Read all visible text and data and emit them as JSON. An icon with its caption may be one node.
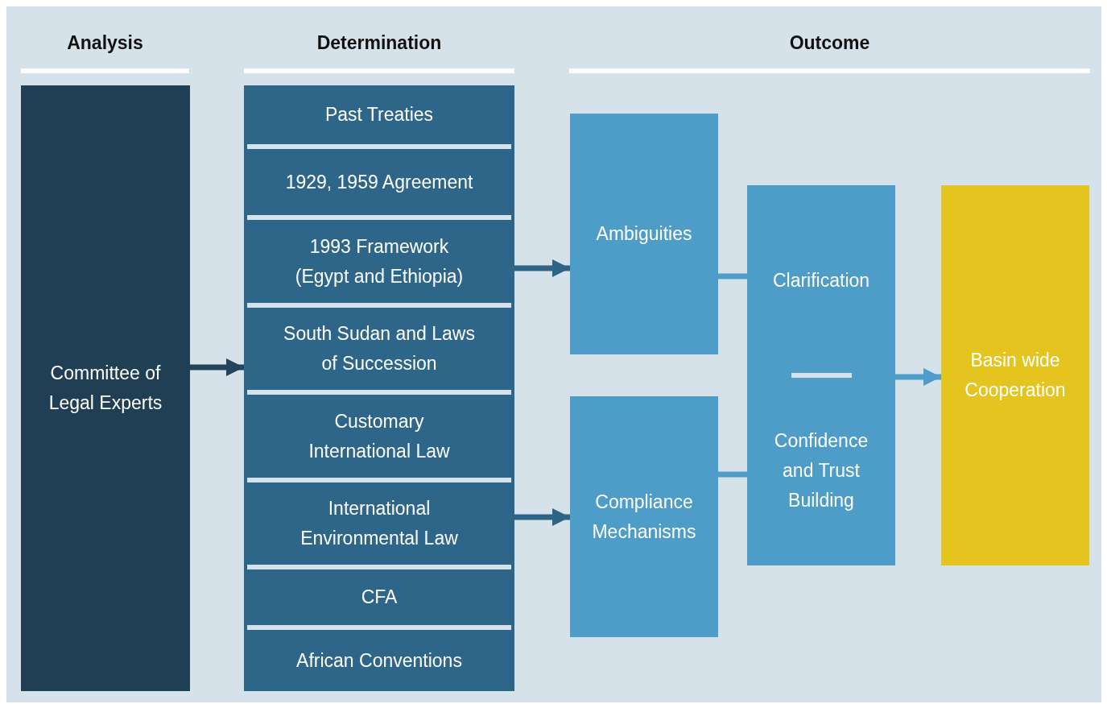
{
  "diagram": {
    "nodes": [
      {
        "text": [
          "Committee of Legal Experts"
        ]
      },
      {
        "text": [],
        "shape": "box"
      },
      {
        "text": [
          "Past Treaties"
        ],
        "in": 1
      },
      {
        "text": [
          "1929, 1959 Agreement"
        ],
        "in": 1
      },
      {
        "text": [
          "1993 Framework (Egypt and Ethiopia)"
        ],
        "in": 1
      },
      {
        "text": [
          "South Sudan and Laws of Succession"
        ],
        "in": 1
      },
      {
        "text": [
          "Customary International Law"
        ],
        "in": 1
      },
      {
        "text": [
          "International Environmental Law"
        ],
        "in": 1
      },
      {
        "text": [
          "CFA"
        ],
        "in": 1
      },
      {
        "text": [
          "African Conventions"
        ],
        "in": 1
      },
      {
        "text": [
          "Ambiguities"
        ]
      },
      {
        "text": [
          "Compliance Mechanisms"
        ]
      },
      {
        "text": [
          "Clarification",
          "Confidence and Trust Building"
        ]
      },
      {
        "text": [
          "Basin wide Cooperation"
        ]
      }
    ],
    "edges": [
      {
        "from": 0,
        "to": 1,
        "arrow": "to",
        "color": "#24445b"
      },
      {
        "from": 1,
        "to": 10,
        "arrow": "to"
      },
      {
        "from": 1,
        "to": 11,
        "arrow": "to"
      },
      {
        "from": 10,
        "to": 12,
        "arrow": "none",
        "color": "#4f9dc9"
      },
      {
        "from": 11,
        "to": 12,
        "arrow": "none",
        "color": "#4f9dc9"
      },
      {
        "from": 12,
        "to": 13,
        "arrow": "to",
        "color": "#4f9dc9"
      }
    ],
    "labels": [
      "Analysis",
      "Determination",
      "Outcome"
    ]
  }
}
